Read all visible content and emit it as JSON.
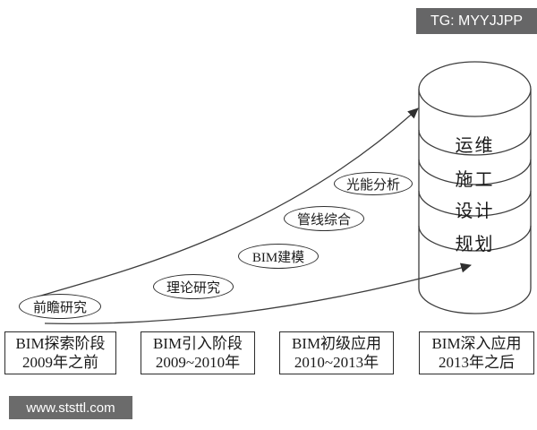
{
  "badge": {
    "label": "TG: MYYJJPP"
  },
  "watermark": {
    "label": "www.ststtl.com"
  },
  "diagram": {
    "milestones": [
      {
        "label": "前瞻研究"
      },
      {
        "label": "理论研究"
      },
      {
        "label": "BIM建模"
      },
      {
        "label": "管线综合"
      },
      {
        "label": "光能分析"
      }
    ],
    "cylinder": {
      "layers": [
        {
          "label": "运维"
        },
        {
          "label": "施工"
        },
        {
          "label": "设计"
        },
        {
          "label": "规划"
        }
      ]
    },
    "stages": [
      {
        "name": "BIM探索阶段",
        "period": "2009年之前"
      },
      {
        "name": "BIM引入阶段",
        "period": "2009~2010年"
      },
      {
        "name": "BIM初级应用",
        "period": "2010~2013年"
      },
      {
        "name": "BIM深入应用",
        "period": "2013年之后"
      }
    ],
    "colors": {
      "line": "#3d3d3d",
      "label_bg": "#666667",
      "background": "#ffffff"
    }
  }
}
